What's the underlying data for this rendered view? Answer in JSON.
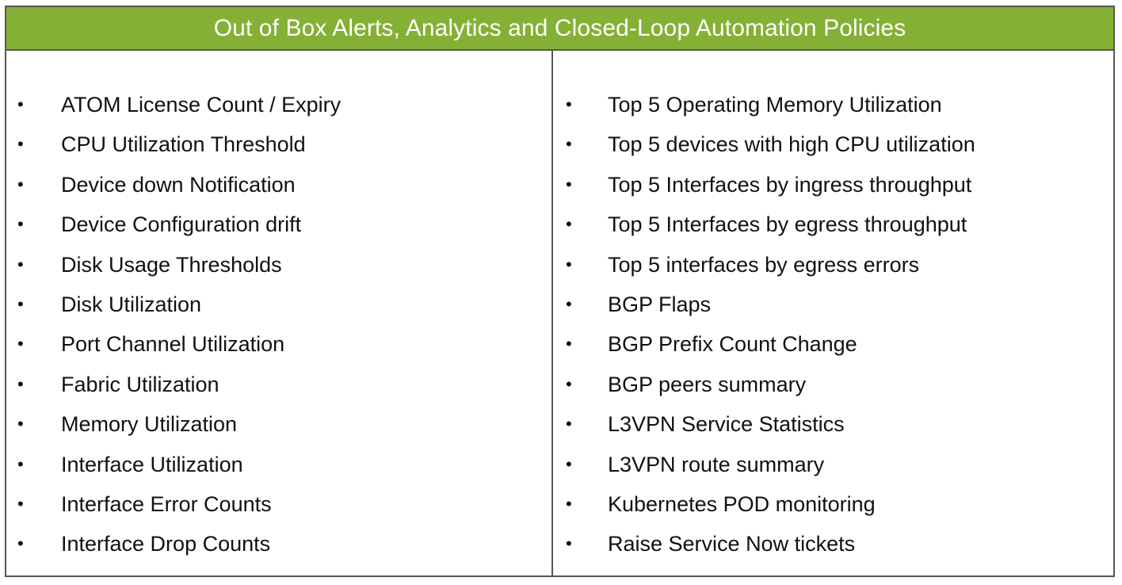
{
  "header": {
    "title": "Out of Box Alerts, Analytics and Closed-Loop Automation Policies",
    "background": "#84b135",
    "text_color": "#ffffff"
  },
  "left_items": [
    "ATOM License Count / Expiry",
    "CPU Utilization Threshold",
    "Device down Notification",
    "Device Configuration drift",
    "Disk Usage Thresholds",
    "Disk Utilization",
    "Port Channel Utilization",
    "Fabric Utilization",
    "Memory Utilization",
    "Interface Utilization",
    "Interface Error Counts",
    "Interface Drop Counts"
  ],
  "right_items": [
    "Top 5 Operating Memory Utilization",
    "Top 5 devices with high CPU utilization",
    "Top 5 Interfaces by ingress throughput",
    "Top 5 Interfaces by egress throughput",
    "Top 5 interfaces by egress errors",
    "BGP Flaps",
    "BGP Prefix Count Change",
    "BGP peers summary",
    "L3VPN Service Statistics",
    "L3VPN route summary",
    "Kubernetes POD monitoring",
    "Raise Service Now tickets"
  ],
  "bullet_glyph": "•"
}
